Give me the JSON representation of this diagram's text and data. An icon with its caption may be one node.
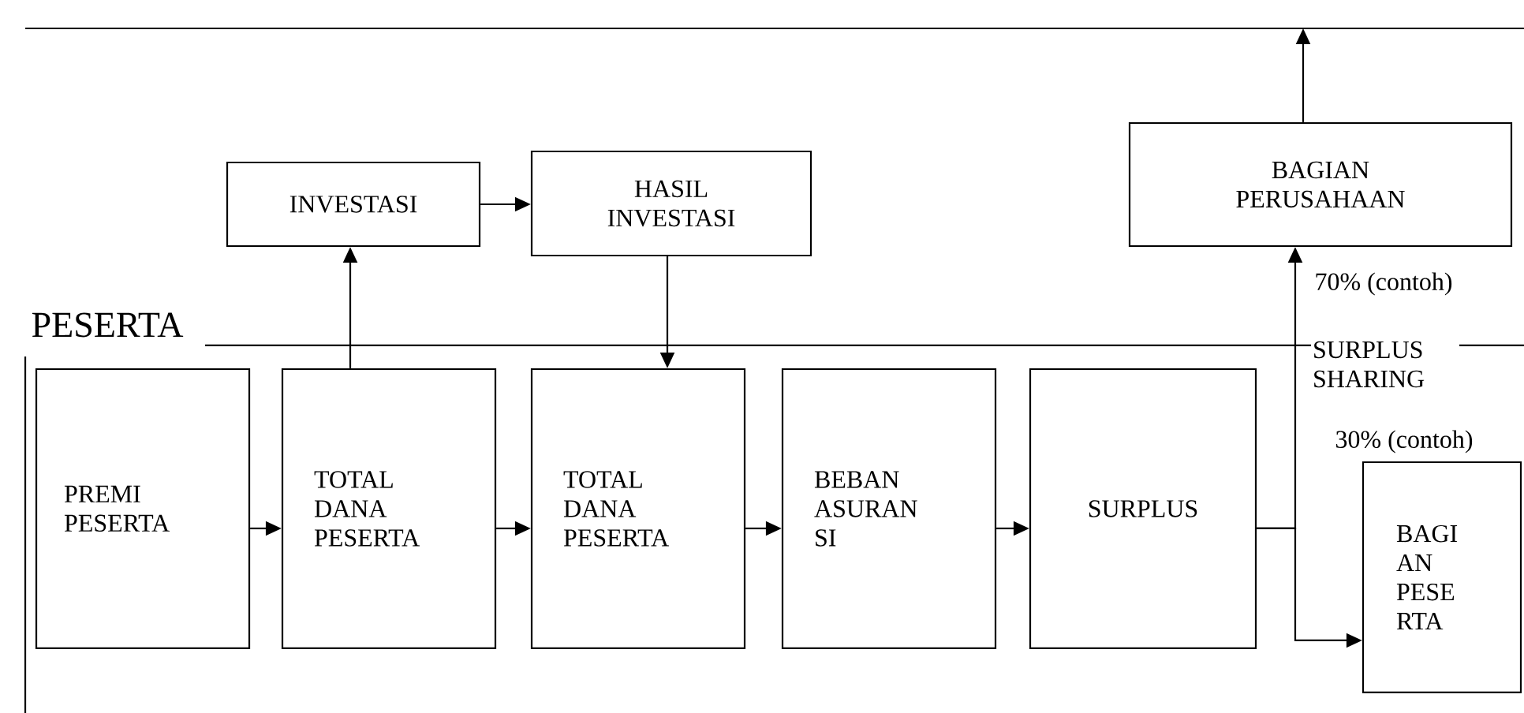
{
  "diagram": {
    "nodes": [
      {
        "text": [
          "INVESTASI"
        ]
      },
      {
        "text": [
          "HASIL INVESTASI"
        ]
      },
      {
        "text": [
          "BAGIAN PERUSAHAAN"
        ]
      },
      {
        "text": [
          "PREMI PESERTA"
        ]
      },
      {
        "text": [
          "TOTAL DANA PESERTA"
        ]
      },
      {
        "text": [
          "TOTAL DANA PESERTA"
        ]
      },
      {
        "text": [
          "BEBAN ASURAN SI"
        ]
      },
      {
        "text": [
          "SURPLUS"
        ]
      },
      {
        "text": [
          "BAGI AN PESE RTA"
        ]
      }
    ],
    "edges": [
      {
        "from": 3,
        "to": 4,
        "arrow": "to"
      },
      {
        "from": 4,
        "to": 0,
        "arrow": "to"
      },
      {
        "from": 0,
        "to": 1,
        "arrow": "to"
      },
      {
        "from": 1,
        "to": 5,
        "arrow": "to"
      },
      {
        "from": 4,
        "to": 5,
        "arrow": "to"
      },
      {
        "from": 5,
        "to": 6,
        "arrow": "to"
      },
      {
        "from": 6,
        "to": 7,
        "arrow": "to"
      },
      {
        "from": 7,
        "to": 2,
        "arrow": "to",
        "label": "70% (contoh)"
      },
      {
        "from": 7,
        "to": 8,
        "arrow": "to",
        "label": "30% (contoh)"
      },
      {
        "from": 2,
        "to": null,
        "arrow": "to"
      }
    ],
    "labels": [
      "PESERTA",
      "SURPLUS SHARING"
    ]
  }
}
